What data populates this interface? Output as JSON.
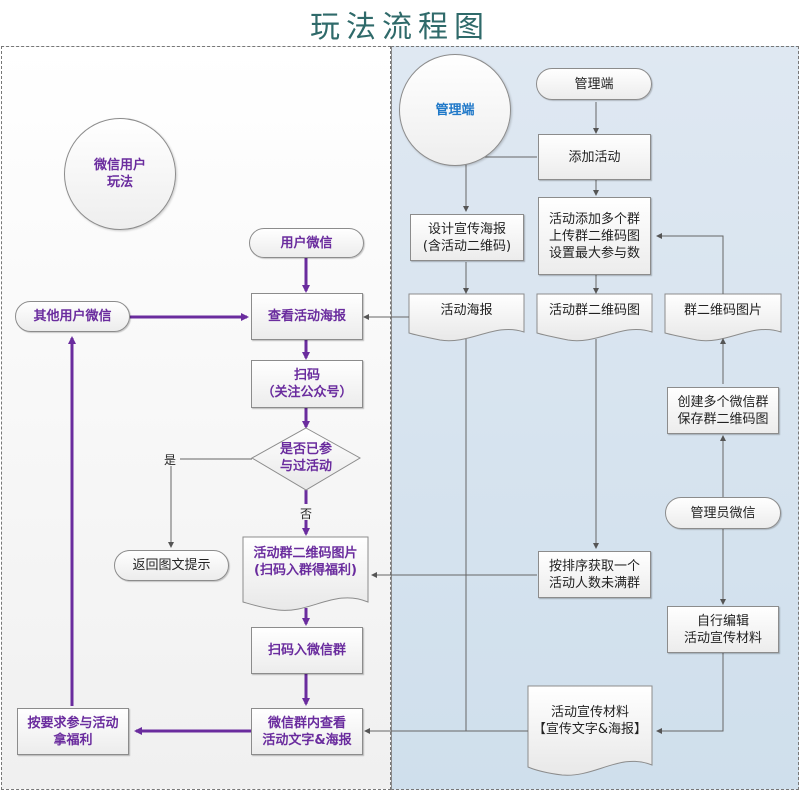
{
  "title": "玩法流程图",
  "colors": {
    "user_flow": "#6a2c9e",
    "admin_flow": "#555555",
    "admin_lane_bg": "#d6e3ef",
    "title": "#2f6a6a",
    "admin_circle_text": "#1f78c8"
  },
  "lanes": {
    "user": {
      "label": "微信用户\n玩法"
    },
    "admin": {
      "label": "管理端"
    }
  },
  "user_nodes": {
    "start": "用户微信",
    "view_poster": "查看活动海报",
    "scan": "扫码\n（关注公众号）",
    "decision": "是否已参\n与过活动",
    "decision_yes": "是",
    "decision_no": "否",
    "return_tip": "返回图文提示",
    "group_qr": "活动群二维码图片\n(扫码入群得福利)",
    "join_group": "扫码入微信群",
    "view_in_group": "微信群内查看\n活动文字&海报",
    "participate": "按要求参与活动\n拿福利",
    "other_users": "其他用户微信"
  },
  "admin_nodes": {
    "start": "管理端",
    "add_activity": "添加活动",
    "design_poster": "设计宣传海报\n(含活动二维码)",
    "add_groups": "活动添加多个群\n上传群二维码图\n设置最大参与数",
    "poster_doc": "活动海报",
    "group_qr_doc": "活动群二维码图",
    "qr_image_doc": "群二维码图片",
    "create_groups": "创建多个微信群\n保存群二维码图",
    "admin_wechat": "管理员微信",
    "pick_group": "按排序获取一个\n活动人数未满群",
    "edit_materials": "自行编辑\n活动宣传材料",
    "materials_doc": "活动宣传材料\n【宣传文字&海报】"
  }
}
